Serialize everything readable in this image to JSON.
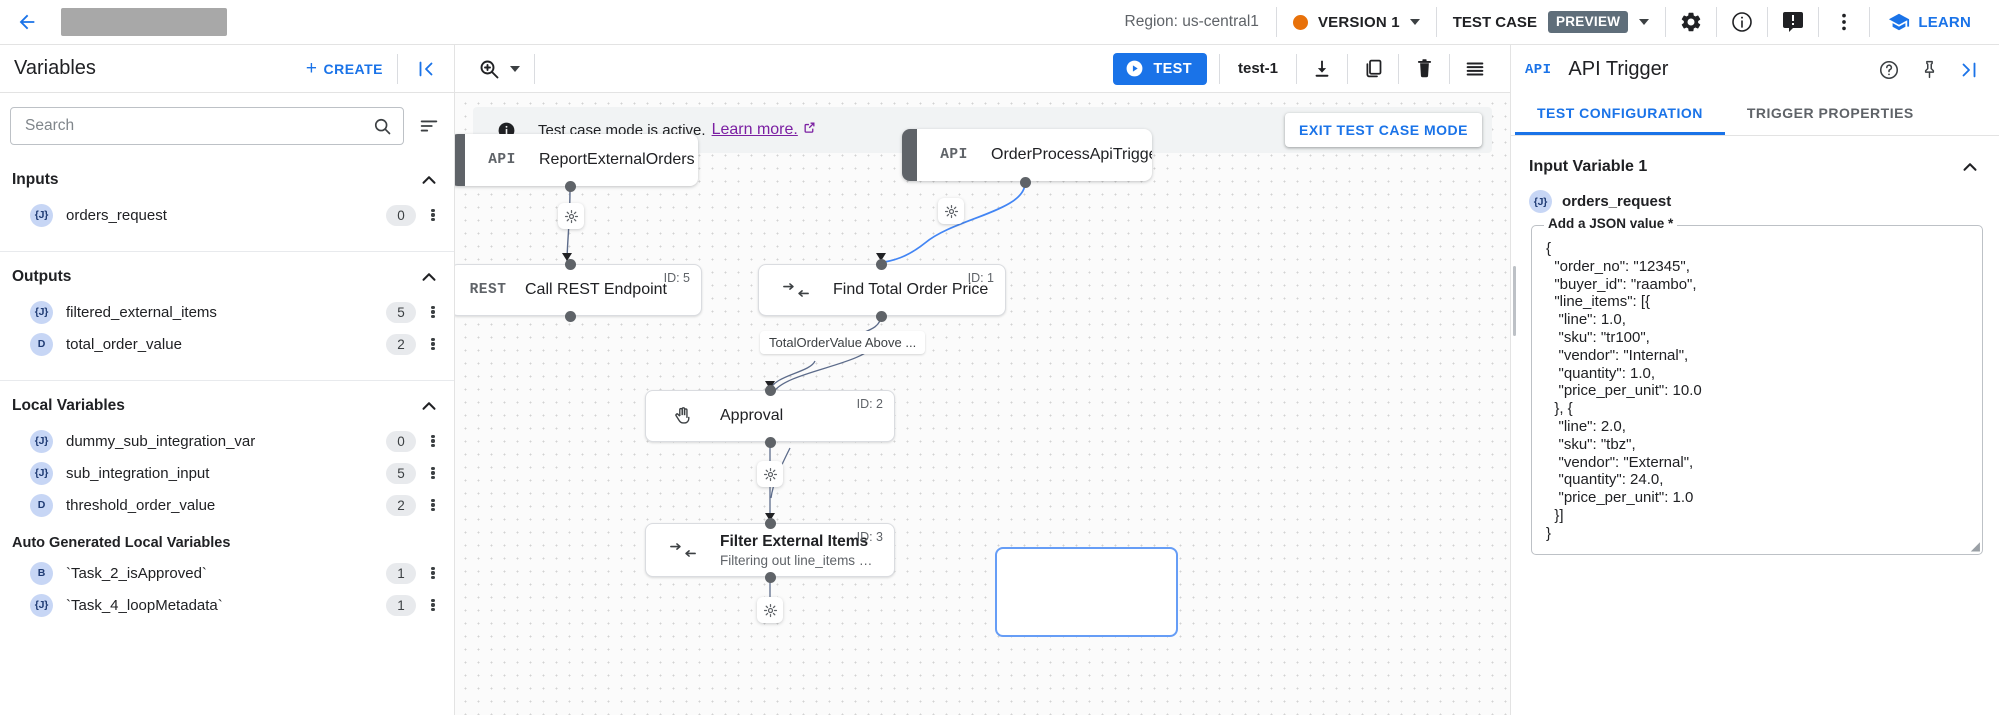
{
  "topbar": {
    "back_icon": "arrow-left-icon",
    "title_placeholder": "",
    "region": "Region: us-central1",
    "version_label": "VERSION 1",
    "version_dot_color": "#e8710a",
    "test_case_label": "TEST CASE",
    "preview_badge": "PREVIEW",
    "icons": [
      "gear-icon",
      "info-icon",
      "feedback-icon",
      "more-vert-icon"
    ],
    "learn_label": "LEARN"
  },
  "sidebar": {
    "title": "Variables",
    "create_label": "CREATE",
    "collapse_icon": "collapse-left-icon",
    "search": {
      "placeholder": "Search",
      "value": ""
    },
    "sort_icon": "sort-icon",
    "sections": [
      {
        "name": "Inputs",
        "items": [
          {
            "type": "{J}",
            "label": "orders_request",
            "count": "0"
          }
        ]
      },
      {
        "name": "Outputs",
        "items": [
          {
            "type": "{J}",
            "label": "filtered_external_items",
            "count": "5"
          },
          {
            "type": "D",
            "label": "total_order_value",
            "count": "2"
          }
        ]
      },
      {
        "name": "Local Variables",
        "items": [
          {
            "type": "{J}",
            "label": "dummy_sub_integration_var",
            "count": "0"
          },
          {
            "type": "{J}",
            "label": "sub_integration_input",
            "count": "5"
          },
          {
            "type": "D",
            "label": "threshold_order_value",
            "count": "2"
          }
        ]
      }
    ],
    "auto_section": {
      "name": "Auto Generated Local Variables",
      "items": [
        {
          "type": "B",
          "label": "`Task_2_isApproved`",
          "count": "1"
        },
        {
          "type": "{J}",
          "label": "`Task_4_loopMetadata`",
          "count": "1"
        }
      ]
    }
  },
  "canvas_toolbar": {
    "zoom_icon": "zoom-in-icon",
    "test_button": "TEST",
    "test_case_name": "test-1",
    "icons": [
      "download-icon",
      "copy-icon",
      "delete-icon",
      "list-icon"
    ]
  },
  "banner": {
    "icon": "info-icon",
    "text": "Test case mode is active.",
    "link": "Learn more.",
    "external_icon": "open-in-new-icon",
    "exit_button": "EXIT TEST CASE MODE"
  },
  "flow": {
    "nodes": [
      {
        "id": "ReportExternalOrders",
        "kind": "trigger",
        "icon": "API",
        "title": "ReportExternalOrders",
        "subtitle": "",
        "badge": ""
      },
      {
        "id": "OrderProcessApiTrigger",
        "kind": "trigger",
        "icon": "API",
        "title": "OrderProcessApiTrigger",
        "subtitle": "",
        "badge": ""
      },
      {
        "id": "CallRestEndpoint",
        "kind": "task",
        "icon": "REST",
        "title": "Call REST Endpoint",
        "subtitle": "",
        "badge": "ID: 5"
      },
      {
        "id": "FindTotalOrderPrice",
        "kind": "task",
        "icon": "mapping",
        "title": "Find Total Order Price",
        "subtitle": "",
        "badge": "ID: 1"
      },
      {
        "id": "Approval",
        "kind": "task",
        "icon": "hand",
        "title": "Approval",
        "subtitle": "",
        "badge": "ID: 2"
      },
      {
        "id": "FilterExternalItems",
        "kind": "task",
        "icon": "mapping",
        "title": "Filter External Items",
        "subtitle": "Filtering out line_items whi...",
        "badge": "ID: 3"
      }
    ],
    "edge_labels": [
      "TotalOrderValue Above ..."
    ]
  },
  "right_panel": {
    "api_badge": "API",
    "title": "API Trigger",
    "icons": [
      "help-icon",
      "pin-icon",
      "collapse-right-icon"
    ],
    "tabs": [
      {
        "label": "TEST CONFIGURATION",
        "active": true
      },
      {
        "label": "TRIGGER PROPERTIES",
        "active": false
      }
    ],
    "input_variable_heading": "Input Variable 1",
    "variable": {
      "type": "{J}",
      "name": "orders_request"
    },
    "json_legend": "Add a JSON value *",
    "json_value": "{\n  \"order_no\": \"12345\",\n  \"buyer_id\": \"raambo\",\n  \"line_items\": [{\n   \"line\": 1.0,\n   \"sku\": \"tr100\",\n   \"vendor\": \"Internal\",\n   \"quantity\": 1.0,\n   \"price_per_unit\": 10.0\n  }, {\n   \"line\": 2.0,\n   \"sku\": \"tbz\",\n   \"vendor\": \"External\",\n   \"quantity\": 24.0,\n   \"price_per_unit\": 1.0\n  }]\n}"
  },
  "colors": {
    "accent_blue": "#1a73e8",
    "version_orange": "#e8710a",
    "link_purple": "#7b1fa2",
    "preview_chip": "#5f6e7a"
  }
}
